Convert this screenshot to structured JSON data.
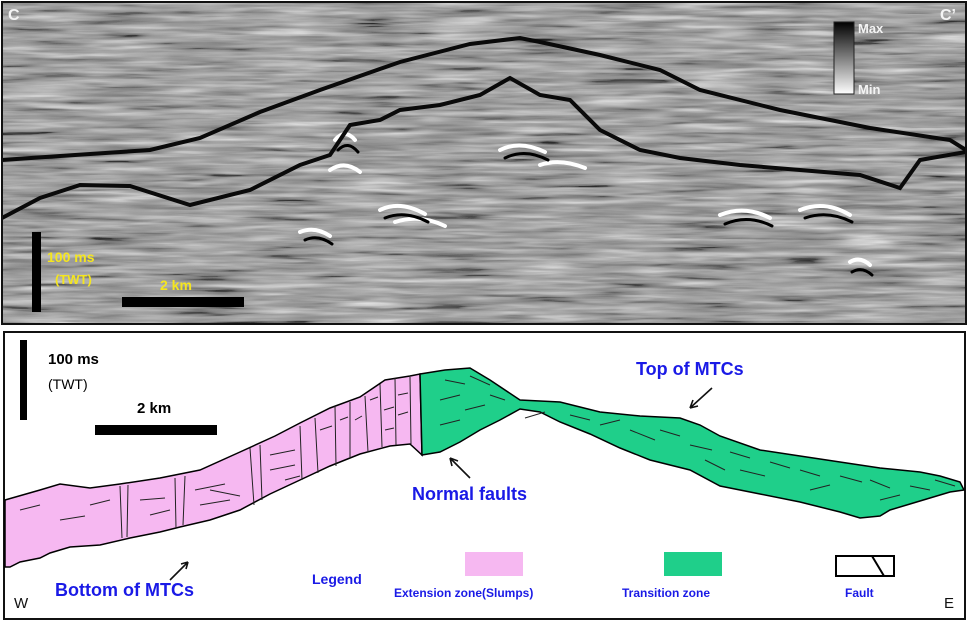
{
  "seismic_panel": {
    "corner_left": "C",
    "corner_right": "C’",
    "scale_time": "100 ms",
    "scale_time_unit": "(TWT)",
    "scale_distance": "2 km",
    "colorbar_max": "Max",
    "colorbar_min": "Min",
    "colors": {
      "background": "#8c8c8c",
      "horizon_line": "#0a0a0a",
      "scale_text": "#f5e61e"
    }
  },
  "interpretation_panel": {
    "scale_time": "100 ms",
    "scale_time_unit": "(TWT)",
    "scale_distance": "2 km",
    "label_top": "Top of MTCs",
    "label_bottom": "Bottom of MTCs",
    "label_faults": "Normal faults",
    "corner_left": "W",
    "corner_right": "E",
    "colors": {
      "extension": "#f6b8f1",
      "transition": "#1fcf8a",
      "label_blue": "#1a1ae6"
    }
  },
  "legend": {
    "title": "Legend",
    "items": [
      {
        "label": "Extension zone(Slumps)",
        "color": "#f6b8f1"
      },
      {
        "label": "Transition zone",
        "color": "#1fcf8a"
      },
      {
        "label": "Fault",
        "icon": "fault-symbol-icon"
      }
    ]
  }
}
